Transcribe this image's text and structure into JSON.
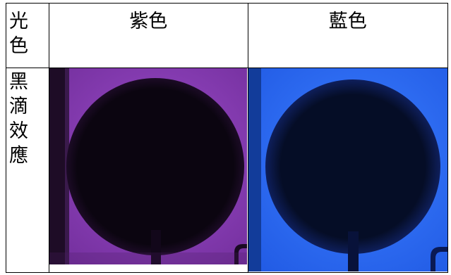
{
  "table": {
    "corner_label": "光色",
    "columns": [
      "紫色",
      "藍色"
    ],
    "row_label": "黑滴效應"
  },
  "photos": [
    {
      "name": "purple-light-photo",
      "background": "#8b3fb8",
      "disc": "#0d0612"
    },
    {
      "name": "blue-light-photo",
      "background": "#2a6cf5",
      "disc": "#07112e"
    }
  ]
}
